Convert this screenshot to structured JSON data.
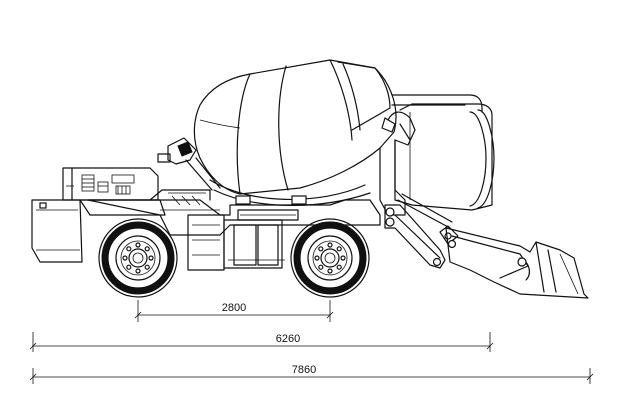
{
  "dimensions": {
    "wheelbase": "2800",
    "middle": "6260",
    "overall": "7860"
  }
}
